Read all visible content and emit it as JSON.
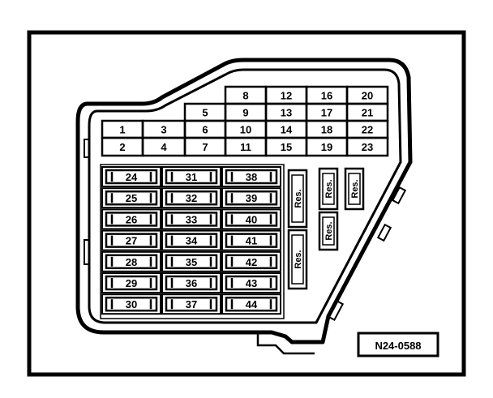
{
  "diagram": {
    "ref_code": "N24-0588",
    "colors": {
      "ink": "#000000",
      "paper": "#ffffff"
    },
    "small_fuses": {
      "rows": [
        [
          "",
          "",
          "",
          "8",
          "12",
          "16",
          "20"
        ],
        [
          "",
          "",
          "5",
          "9",
          "13",
          "17",
          "21"
        ],
        [
          "1",
          "3",
          "6",
          "10",
          "14",
          "18",
          "22"
        ],
        [
          "2",
          "4",
          "7",
          "11",
          "15",
          "19",
          "23"
        ]
      ]
    },
    "large_fuses": {
      "columns": [
        [
          "24",
          "25",
          "26",
          "27",
          "28",
          "29",
          "30"
        ],
        [
          "31",
          "32",
          "33",
          "34",
          "35",
          "36",
          "37"
        ],
        [
          "38",
          "39",
          "40",
          "41",
          "42",
          "43",
          "44"
        ]
      ]
    },
    "reserve_slots": [
      "Res.",
      "Res.",
      "Res.",
      "Res.",
      "Res."
    ]
  }
}
